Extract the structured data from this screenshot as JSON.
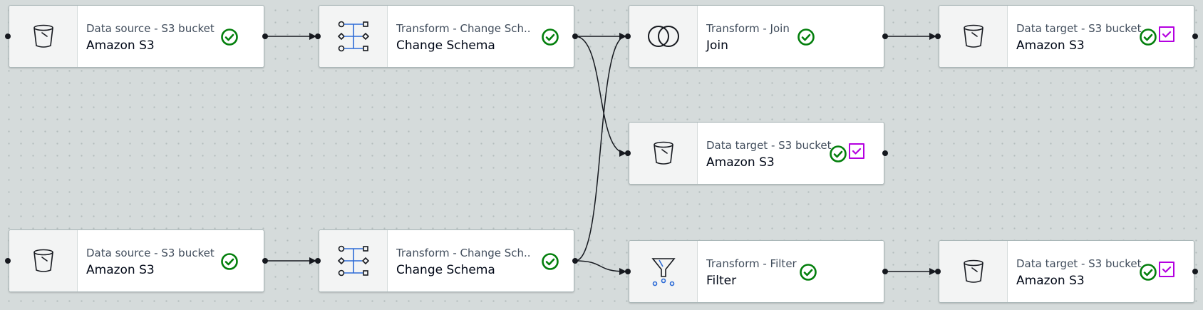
{
  "nodes": [
    {
      "id": "src1",
      "subtitle": "Data source - S3 bucket",
      "title": "Amazon S3",
      "icon": "bucket-icon",
      "status": "success",
      "selected": false
    },
    {
      "id": "cs1",
      "subtitle": "Transform - Change Sch...",
      "title": "Change Schema",
      "icon": "change-schema-icon",
      "status": "success",
      "selected": false
    },
    {
      "id": "join",
      "subtitle": "Transform - Join",
      "title": "Join",
      "icon": "join-icon",
      "status": "success",
      "selected": false
    },
    {
      "id": "tgt1",
      "subtitle": "Data target - S3 bucket",
      "title": "Amazon S3",
      "icon": "bucket-icon",
      "status": "success",
      "selected": true
    },
    {
      "id": "tgt2",
      "subtitle": "Data target - S3 bucket",
      "title": "Amazon S3",
      "icon": "bucket-icon",
      "status": "success",
      "selected": true
    },
    {
      "id": "src2",
      "subtitle": "Data source - S3 bucket",
      "title": "Amazon S3",
      "icon": "bucket-icon",
      "status": "success",
      "selected": false
    },
    {
      "id": "cs2",
      "subtitle": "Transform - Change Sch...",
      "title": "Change Schema",
      "icon": "change-schema-icon",
      "status": "success",
      "selected": false
    },
    {
      "id": "filter",
      "subtitle": "Transform - Filter",
      "title": "Filter",
      "icon": "filter-icon",
      "status": "success",
      "selected": false
    },
    {
      "id": "tgt3",
      "subtitle": "Data target - S3 bucket",
      "title": "Amazon S3",
      "icon": "bucket-icon",
      "status": "success",
      "selected": true
    }
  ],
  "edges": [
    {
      "from": "src1",
      "to": "cs1"
    },
    {
      "from": "cs1",
      "to": "join"
    },
    {
      "from": "cs1",
      "to": "tgt2"
    },
    {
      "from": "join",
      "to": "tgt1"
    },
    {
      "from": "src2",
      "to": "cs2"
    },
    {
      "from": "cs2",
      "to": "join"
    },
    {
      "from": "cs2",
      "to": "filter"
    },
    {
      "from": "filter",
      "to": "tgt3"
    }
  ],
  "colors": {
    "success": "#037f0c",
    "select": "#b400e0",
    "edge": "#16191f",
    "icon": "#16191f",
    "accent": "#2c6bd6"
  }
}
